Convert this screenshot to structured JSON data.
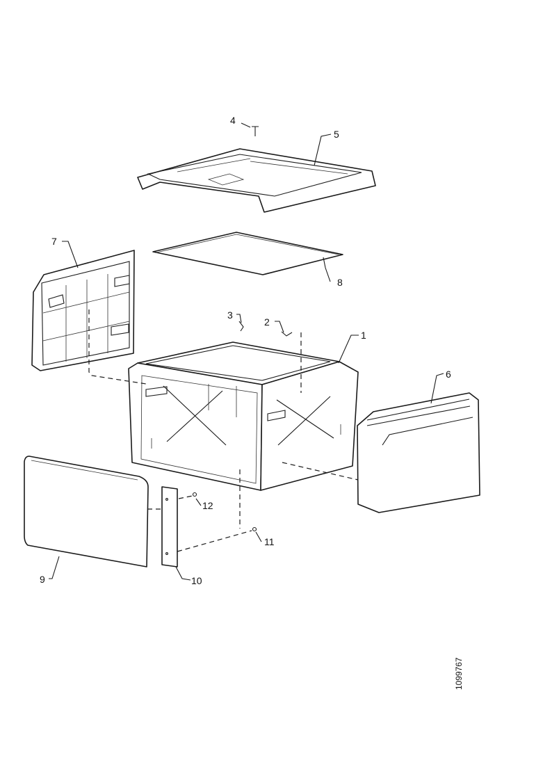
{
  "callouts": {
    "c1": "1",
    "c2": "2",
    "c3": "3",
    "c4": "4",
    "c5": "5",
    "c6": "6",
    "c7": "7",
    "c8": "8",
    "c9": "9",
    "c10": "10",
    "c11": "11",
    "c12": "12"
  },
  "document_id": "1099767"
}
